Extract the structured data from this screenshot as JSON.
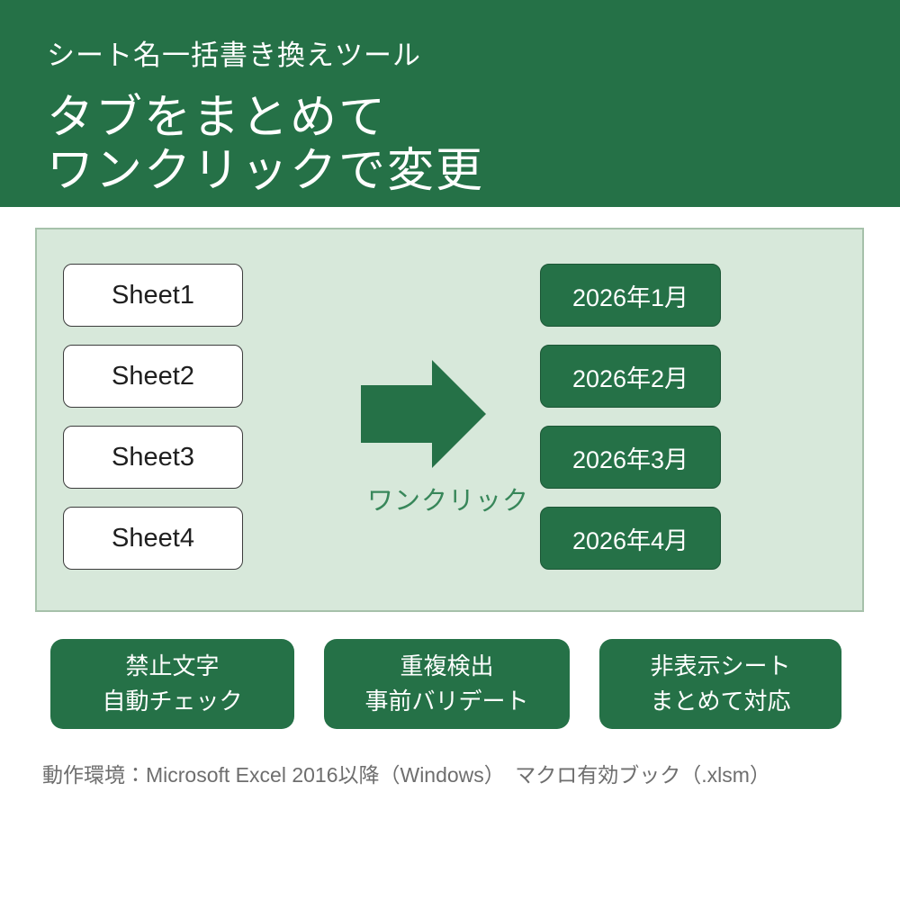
{
  "header": {
    "subtitle": "シート名一括書き換えツール",
    "title_line1": "タブをまとめて",
    "title_line2": "ワンクリックで変更"
  },
  "diagram": {
    "before_sheets": [
      "Sheet1",
      "Sheet2",
      "Sheet3",
      "Sheet4"
    ],
    "after_sheets": [
      "2026年1月",
      "2026年2月",
      "2026年3月",
      "2026年4月"
    ],
    "arrow_caption": "ワンクリック"
  },
  "features": [
    {
      "line1": "禁止文字",
      "line2": "自動チェック"
    },
    {
      "line1": "重複検出",
      "line2": "事前バリデート"
    },
    {
      "line1": "非表示シート",
      "line2": "まとめて対応"
    }
  ],
  "footer": {
    "text": "動作環境：Microsoft Excel 2016以降（Windows）　マクロ有効ブック（.xlsm）"
  },
  "colors": {
    "brand_green": "#257147",
    "panel_green": "#d7e8da",
    "panel_border": "#a6c1aa",
    "caption_green": "#38875a",
    "footer_gray": "#6e6e6e"
  }
}
